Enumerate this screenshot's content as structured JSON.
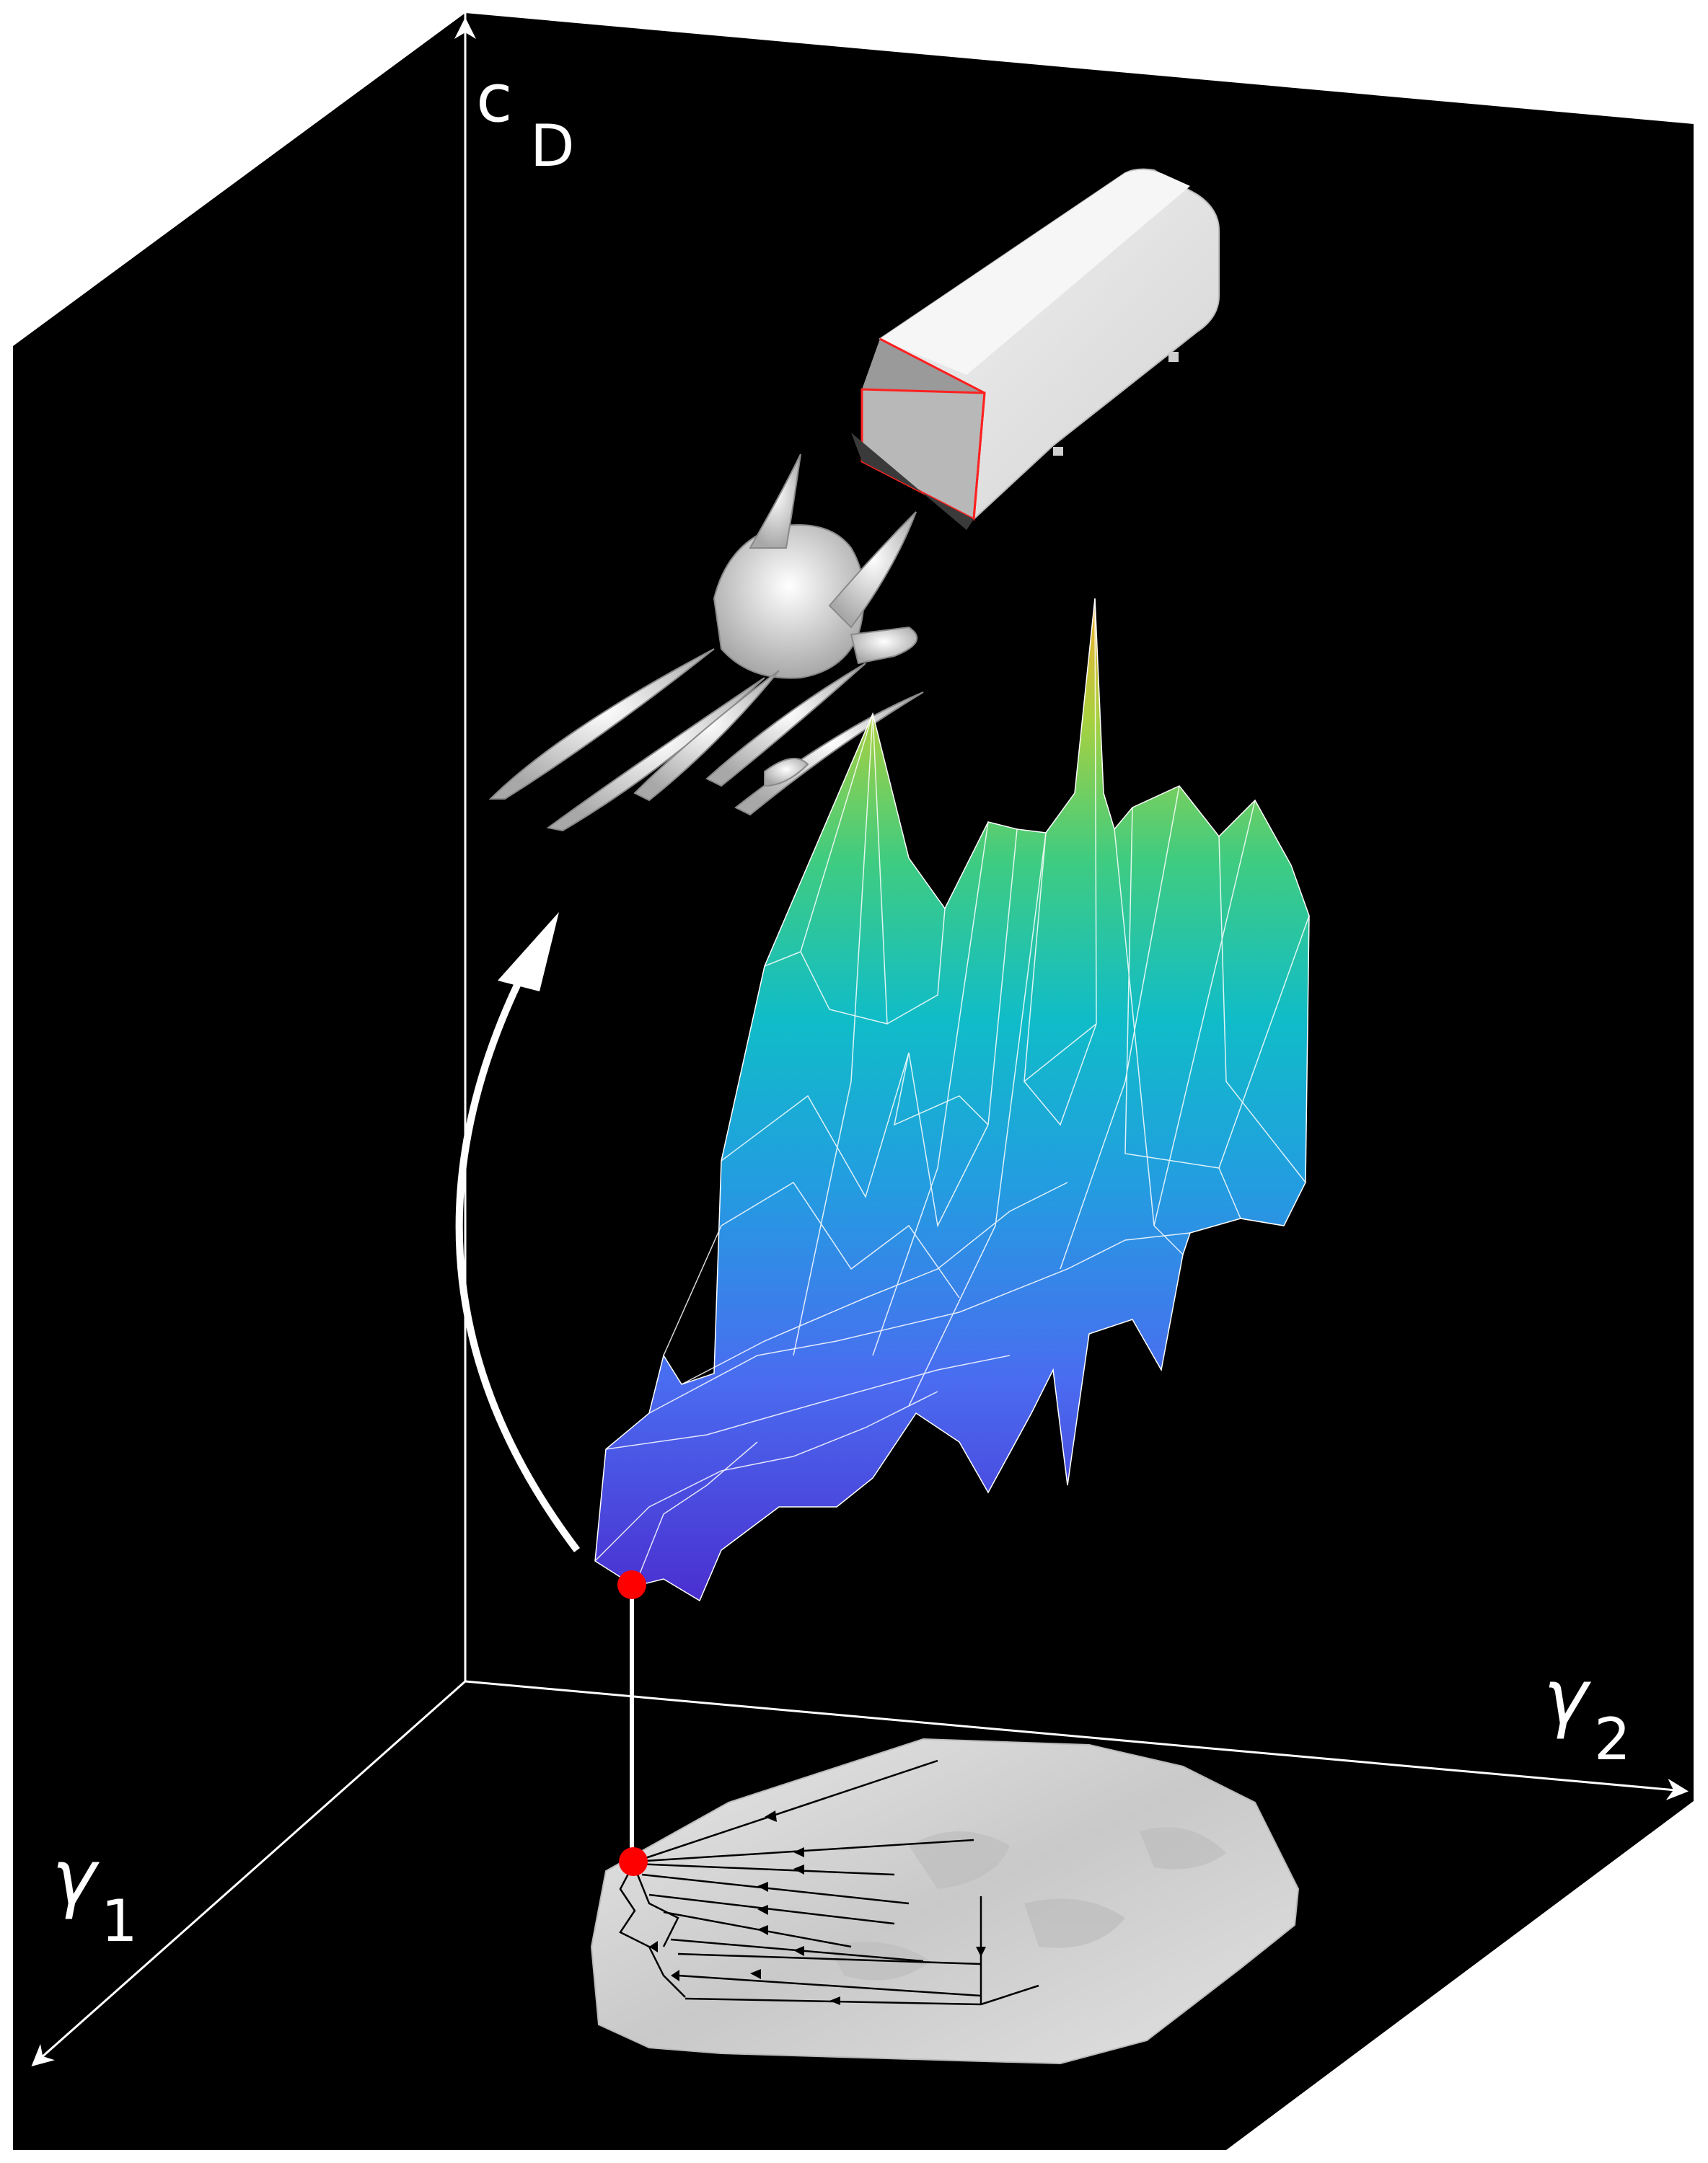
{
  "axes": {
    "vertical": {
      "main": "c",
      "subscript": "D"
    },
    "horizontal": {
      "main": "γ",
      "subscript": "2"
    },
    "depth": {
      "main": "γ",
      "subscript": "1"
    }
  },
  "colors": {
    "background": "#000000",
    "axes": "#ffffff",
    "marker": "#ff0000",
    "surface_low": "#4433cc",
    "surface_mid": "#10b7c8",
    "surface_high": "#f2b430",
    "projection": "#d8d8d8"
  },
  "icons": [
    "car-body-icon",
    "wake-isosurface-icon",
    "curved-arrow-icon"
  ]
}
